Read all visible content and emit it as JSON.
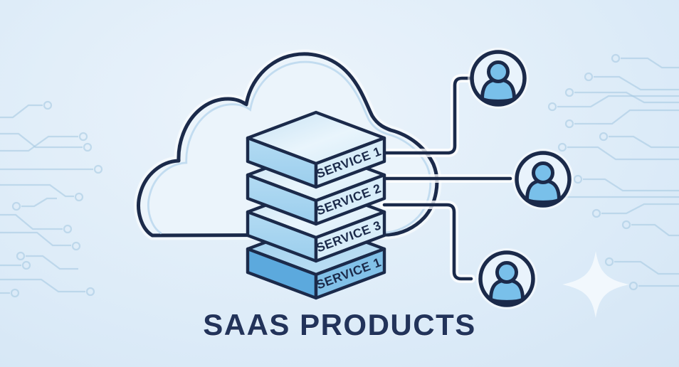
{
  "title": "SAAS PRODUCTS",
  "cloud": {
    "description": "cloud outline containing service stack"
  },
  "stack": {
    "layers": [
      {
        "label": "SERVICE 1"
      },
      {
        "label": "SERVICE 2"
      },
      {
        "label": "SERVICE 3"
      },
      {
        "label": "SERVICE 1"
      }
    ]
  },
  "users": [
    {
      "icon": "user-icon",
      "position": "top"
    },
    {
      "icon": "user-icon",
      "position": "middle"
    },
    {
      "icon": "user-icon",
      "position": "bottom"
    }
  ],
  "colors": {
    "background": "#dcebf8",
    "outline_navy": "#1b2a4a",
    "user_fill": "#79c0ea",
    "layer_top_light": "#cde6f5",
    "layer_left_light": "#a5d3ef",
    "layer_right_light": "#d8edf9",
    "layer_left_deep": "#5ca9dd",
    "layer_right_deep": "#82c1e8",
    "circuit": "#a3c6e0",
    "title_text": "#22335a"
  }
}
